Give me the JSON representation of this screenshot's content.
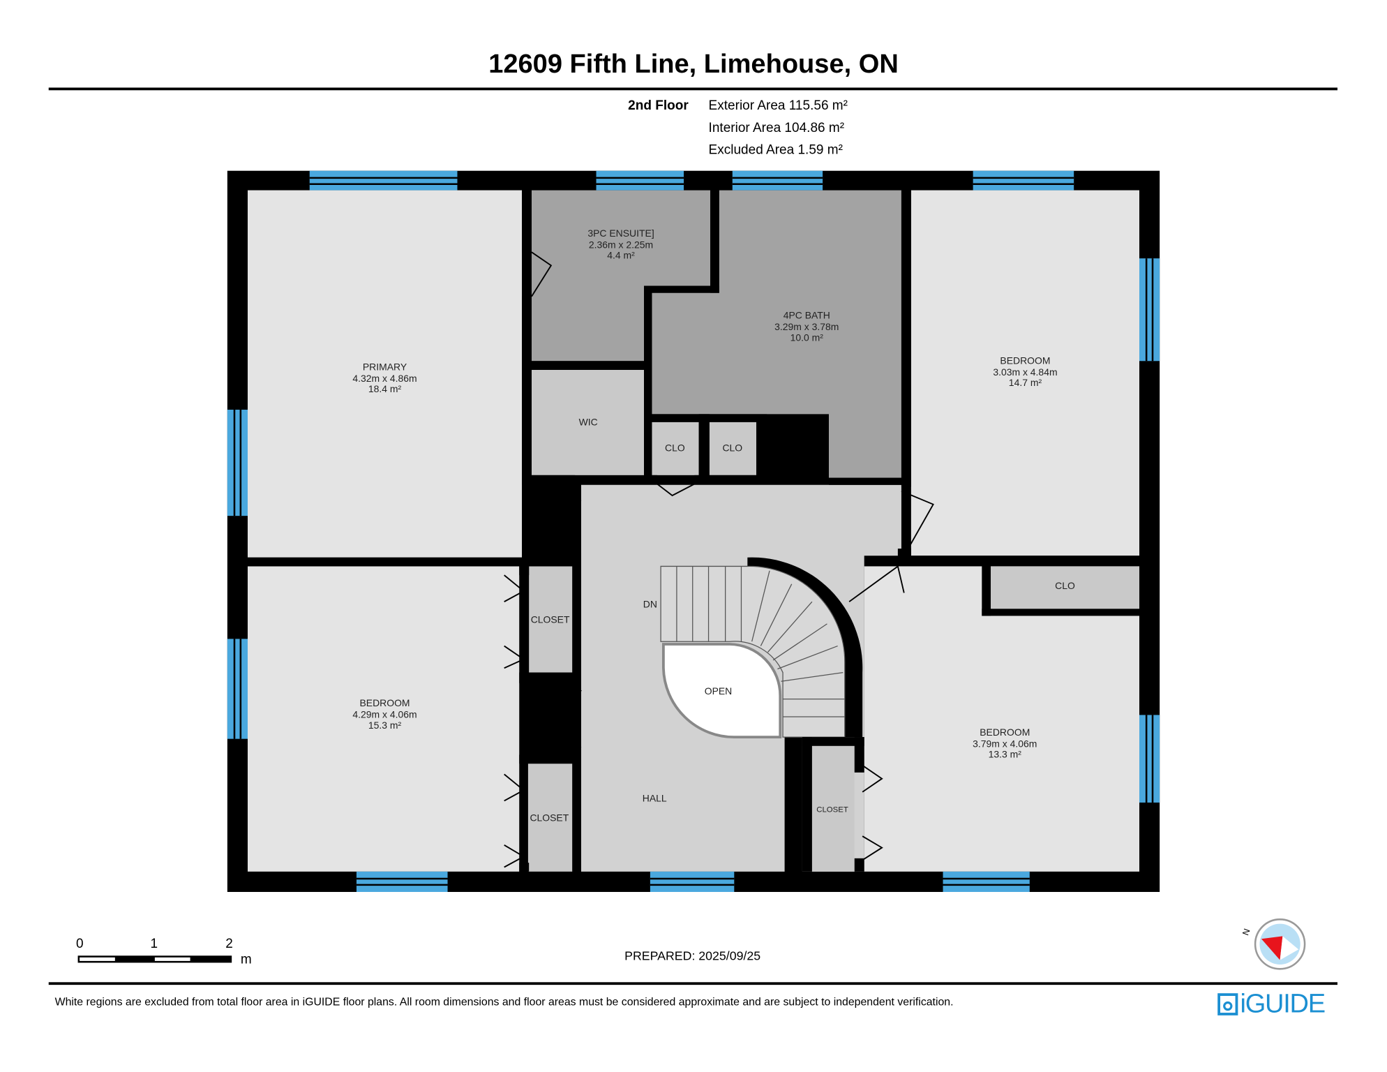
{
  "title": "12609 Fifth Line, Limehouse, ON",
  "floor": {
    "name": "2nd Floor",
    "exterior_area": "Exterior Area 115.56 m²",
    "interior_area": "Interior Area 104.86 m²",
    "excluded_area": "Excluded Area 1.59 m²"
  },
  "rooms": {
    "ensuite": {
      "name": "3PC ENSUITE]",
      "dims": "2.36m x 2.25m",
      "area": "4.4 m²"
    },
    "bath": {
      "name": "4PC BATH",
      "dims": "3.29m x 3.78m",
      "area": "10.0 m²"
    },
    "primary": {
      "name": "PRIMARY",
      "dims": "4.32m x 4.86m",
      "area": "18.4 m²"
    },
    "bedroom_ne": {
      "name": "BEDROOM",
      "dims": "3.03m x 4.84m",
      "area": "14.7 m²"
    },
    "bedroom_sw": {
      "name": "BEDROOM",
      "dims": "4.29m x 4.06m",
      "area": "15.3 m²"
    },
    "bedroom_se": {
      "name": "BEDROOM",
      "dims": "3.79m x 4.06m",
      "area": "13.3 m²"
    },
    "wic": "WIC",
    "clo1": "CLO",
    "clo2": "CLO",
    "clo3": "CLO",
    "closet1": "CLOSET",
    "closet2": "CLOSET",
    "closet3": "CLOSET",
    "hall": "HALL",
    "open": "OPEN",
    "dn": "DN"
  },
  "colors": {
    "window": "#4aa8de",
    "wall": "#000000",
    "room_light": "#e4e4e4",
    "room_bath": "#a3a3a3",
    "room_mid": "#c9c9c9",
    "hall": "#d2d2d2",
    "brand": "#1b8fd2",
    "compass_red": "#e8141c"
  },
  "scale": {
    "t0": "0",
    "t1": "1",
    "t2": "2",
    "unit": "m"
  },
  "prepared": "PREPARED: 2025/09/25",
  "compass_label": "N",
  "disclaimer": "White regions are excluded from total floor area in iGUIDE floor plans. All room dimensions and floor areas must be considered approximate and are subject to independent verification.",
  "logo": "iGUIDE"
}
